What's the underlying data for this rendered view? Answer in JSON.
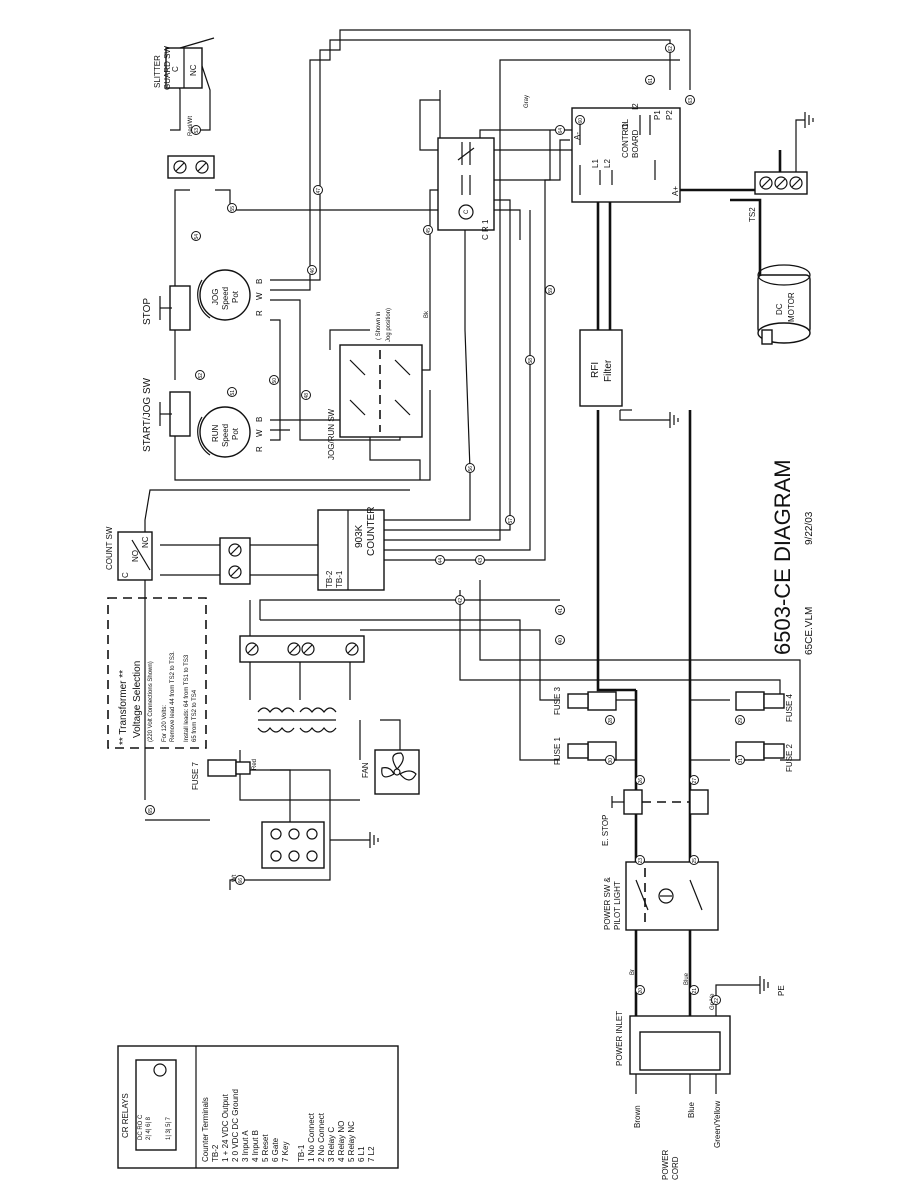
{
  "title": "6503-CE DIAGRAM",
  "file_name": "65CE.VLM",
  "date": "9/22/03",
  "transformer_note": {
    "heading_1": "** Transformer **",
    "heading_2": "Voltage Selection",
    "sub": "(220 Volt Connections Shown)",
    "line1": "For 120 Volts:",
    "line2": "Remove lead 44 from TS2 to TS3.",
    "line3": "Install leads: 64 from TS1 to TS3",
    "line4": "65 from TS2 to TS4"
  },
  "cr_relays": {
    "title": "CR RELAYS",
    "subtitle": "DC  RO  C",
    "pins_top": "2|  4|  6|  8",
    "pins_bottom": "1|  3|  5|  7"
  },
  "counter_terminals": {
    "title": "Counter Terminals",
    "tb2_title": "TB-2",
    "tb2": [
      "1  + 24 VDC Output",
      "2  0 VDC DC Ground",
      "3  Input A",
      "4  Input B",
      "5  Reset",
      "6  Gate",
      "7  Key"
    ],
    "tb1_title": "TB-1",
    "tb1": [
      "1  No Connect",
      "2  No Connect",
      "3  Relay C",
      "4  Relay NO",
      "5  Relay NC",
      "6  L1",
      "7  L2"
    ]
  },
  "power_cord": {
    "label_1": "POWER",
    "label_2": "CORD",
    "wires": [
      "Brown",
      "Blue",
      "Green/Yellow"
    ],
    "inlet": "POWER INLET",
    "pe": "PE"
  },
  "components": {
    "power_sw": "POWER SW &",
    "pilot_light": "PILOT LIGHT",
    "e_stop": "E. STOP",
    "fuse1": "FUSE 1",
    "fuse2": "FUSE 2",
    "fuse3": "FUSE 3",
    "fuse4": "FUSE 4",
    "fuse7": "FUSE 7",
    "fan": "FAN",
    "rfi_1": "RFI",
    "rfi_2": "Filter",
    "dc_motor_1": "DC",
    "dc_motor_2": "MOTOR",
    "control_board_1": "CONTROL",
    "control_board_2": "BOARD",
    "ts2": "TS2",
    "counter_model": "903K",
    "counter_name": "COUNTER",
    "tb1": "TB-1",
    "tb2": "TB-2",
    "count_sw": "COUNT SW",
    "start_jog": "START/JOG SW",
    "stop": "STOP",
    "run_pot_1": "RUN",
    "run_pot_2": "Speed",
    "run_pot_3": "Pot",
    "jog_pot_1": "JOG",
    "jog_pot_2": "Speed",
    "jog_pot_3": "Pot",
    "jog_run_sw": "JOG/RUN SW",
    "shown_in_1": "( Shown in",
    "shown_in_2": "Jog position)",
    "slitter_1": "SLITTER",
    "slitter_2": "GUARD SW",
    "cr": "C R 1"
  },
  "terminal_labels": {
    "c": "C",
    "nc": "NC",
    "no": "NO",
    "l1": "L1",
    "l2": "L2",
    "a_plus": "A+",
    "a_minus": "A-",
    "p1": "P1",
    "p2": "P2",
    "i1": "I1",
    "i2": "I2",
    "r": "R",
    "w": "W",
    "b": "B"
  },
  "wire_colors": {
    "br": "Br",
    "blue": "Blue",
    "red": "Red",
    "wt": "Wt",
    "bk": "Bk",
    "red_wt": "Red/Wt",
    "gn_ye": "Gn/Ye",
    "gray": "Gray"
  },
  "wire_numbers": [
    "20",
    "21",
    "22",
    "23",
    "25",
    "26",
    "27",
    "28",
    "29",
    "30",
    "31",
    "40",
    "41",
    "42",
    "43",
    "44",
    "45",
    "46",
    "47",
    "48",
    "50",
    "51",
    "52",
    "53",
    "54",
    "55",
    "56",
    "57",
    "58",
    "59",
    "60",
    "61",
    "62",
    "63",
    "64",
    "65",
    "66"
  ]
}
